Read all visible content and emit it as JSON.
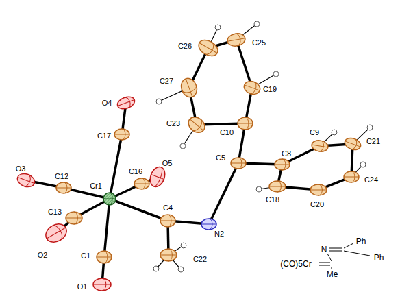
{
  "diagram": {
    "labels": [
      "C26",
      "C25",
      "C27",
      "C19",
      "O4",
      "C23",
      "C10",
      "C9",
      "C21",
      "C8",
      "C5",
      "O3",
      "C12",
      "C17",
      "C16",
      "O5",
      "Cr1",
      "N2",
      "C18",
      "C20",
      "C24",
      "C13",
      "O2",
      "C4",
      "C1",
      "C22",
      "O1",
      "Ph",
      "N",
      "(CO)5Cr",
      "Ph",
      "Me"
    ]
  }
}
